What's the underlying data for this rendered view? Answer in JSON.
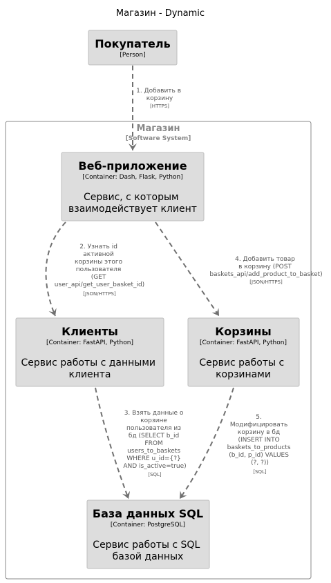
{
  "title": "Магазин - Dynamic",
  "colors": {
    "node_fill": "#dddddd",
    "node_stroke": "#bdbdbd",
    "boundary_stroke": "#888888",
    "edge": "#707070",
    "label": "#555555"
  },
  "boundary": {
    "title": "Магазин",
    "type": "[Software System]"
  },
  "nodes": {
    "buyer": {
      "title": "Покупатель",
      "type": "[Person]"
    },
    "web": {
      "title": "Веб-приложение",
      "type": "[Container: Dash, Flask, Python]",
      "desc": [
        "Сервис, с которым",
        "взаимодействует клиент"
      ]
    },
    "clients": {
      "title": "Клиенты",
      "type": "[Container: FastAPI, Python]",
      "desc": [
        "Сервис работы с данными",
        "клиента"
      ]
    },
    "baskets": {
      "title": "Корзины",
      "type": "[Container: FastAPI, Python]",
      "desc": [
        "Сервис работы с",
        "корзинами"
      ]
    },
    "db": {
      "title": "База данных SQL",
      "type": "[Container: PostgreSQL]",
      "desc": [
        "Сервис работы с SQL",
        "базой данных"
      ]
    }
  },
  "edges": {
    "e1": {
      "lines": [
        "1. Добавить в",
        "корзину"
      ],
      "tech": "[HTTPS]"
    },
    "e2": {
      "lines": [
        "2. Узнать id",
        "активной",
        "корзины этого",
        "пользователя",
        "(GET",
        "user_api/get_user_basket_id)"
      ],
      "tech": "[JSON/HTTPS]"
    },
    "e3": {
      "lines": [
        "3. Взять данные о",
        "корзине",
        "пользователя из",
        "бд (SELECT b_id",
        "FROM",
        "users_to_baskets",
        "WHERE u_id={?}",
        "AND is_active=true)"
      ],
      "tech": "[SQL]"
    },
    "e4": {
      "lines": [
        "4. Добавить товар",
        "в корзину (POST",
        "baskets_api/add_product_to_basket)"
      ],
      "tech": "[JSON/HTTPS]"
    },
    "e5": {
      "lines": [
        "5.",
        "Модифицировать",
        "корзину в бд",
        "(INSERT INTO",
        "baskets_to_products",
        "(b_id, p_id) VALUES",
        "(?, ?))"
      ],
      "tech": "[SQL]"
    }
  }
}
